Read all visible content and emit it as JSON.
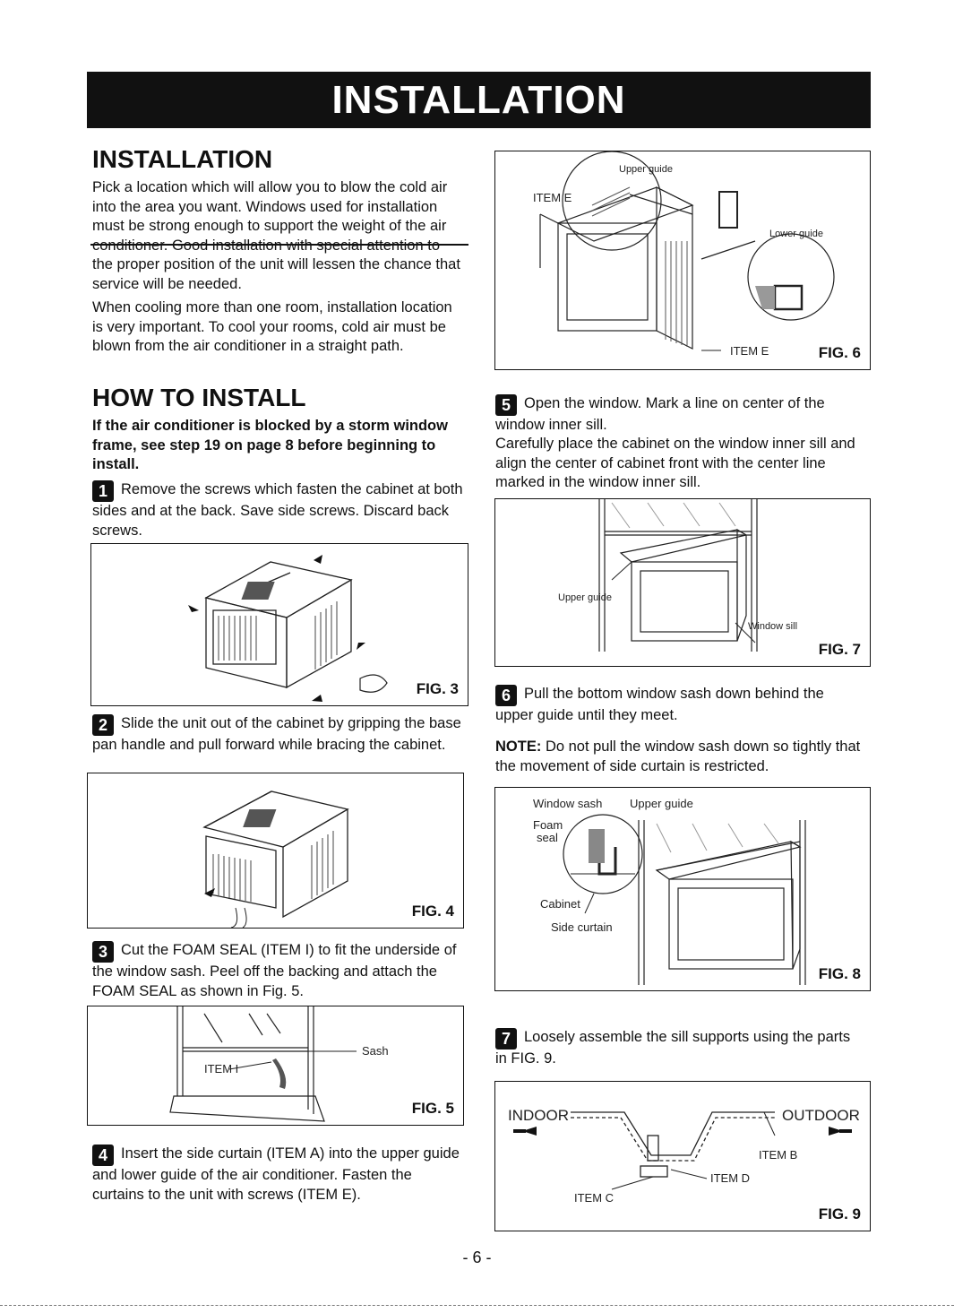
{
  "banner": {
    "title": "INSTALLATION"
  },
  "left": {
    "installation_heading": "INSTALLATION",
    "installation_p1": "Pick a location which will allow you to blow the cold air into the area you want. Windows used for installation must be strong enough to support the weight of the air conditioner. Good installation with special attention to the proper position of the unit will lessen the chance that service will be needed.",
    "installation_p2": "When cooling more than one room, installation location is very important. To cool your rooms, cold air must be blown from the air conditioner in a straight path.",
    "howto_heading": "HOW TO INSTALL",
    "howto_note": "If the air conditioner is blocked by a storm window frame, see step 19 on page 8 before beginning to install.",
    "step1_num": "1",
    "step1": "Remove the screws which fasten the cabinet at both sides and at the back. Save side screws. Discard back screws.",
    "fig3_label": "FIG. 3",
    "step2_num": "2",
    "step2": "Slide the unit out of the cabinet by gripping the base pan handle and pull forward while bracing the cabinet.",
    "fig4_label": "FIG. 4",
    "step3_num": "3",
    "step3": "Cut the FOAM SEAL (ITEM I) to fit the underside of the window sash. Peel off the backing and attach the FOAM SEAL as shown in Fig. 5.",
    "fig5_label": "FIG. 5",
    "fig5_sash": "Sash",
    "fig5_item": "ITEM I",
    "step4_num": "4",
    "step4": "Insert the side curtain (ITEM A) into the upper guide and lower guide of the air conditioner. Fasten the curtains to the unit with screws (ITEM E)."
  },
  "right": {
    "fig6_label": "FIG. 6",
    "fig6_upper": "Upper guide",
    "fig6_item_top": "ITEM E",
    "fig6_lower": "Lower guide",
    "fig6_item_bottom": "ITEM E",
    "step5_num": "5",
    "step5": "Open the window. Mark a line on center of the window inner sill.",
    "step5b": "Carefully place the cabinet on the window inner sill and align the center of cabinet front with the center line marked in the window inner sill.",
    "fig7_label": "FIG. 7",
    "fig7_upper": "Upper guide",
    "fig7_sill": "Window sill",
    "step6_num": "6",
    "step6": "Pull the bottom window sash down behind the upper guide until they meet.",
    "note_label": "NOTE:",
    "note": "Do not pull the window sash down so tightly that the movement of side curtain is restricted.",
    "fig8_label": "FIG. 8",
    "fig8_sash": "Window sash",
    "fig8_upper": "Upper guide",
    "fig8_foam": "Foam",
    "fig8_seal": "seal",
    "fig8_cabinet": "Cabinet",
    "fig8_curtain": "Side curtain",
    "step7_num": "7",
    "step7": "Loosely assemble the sill supports using the parts in FIG. 9.",
    "fig9_label": "FIG. 9",
    "fig9_indoor": "INDOOR",
    "fig9_outdoor": "OUTDOOR",
    "fig9_item_b": "ITEM B",
    "fig9_item_d": "ITEM D",
    "fig9_item_c": "ITEM C"
  },
  "footer": {
    "page": "- 6 -"
  }
}
